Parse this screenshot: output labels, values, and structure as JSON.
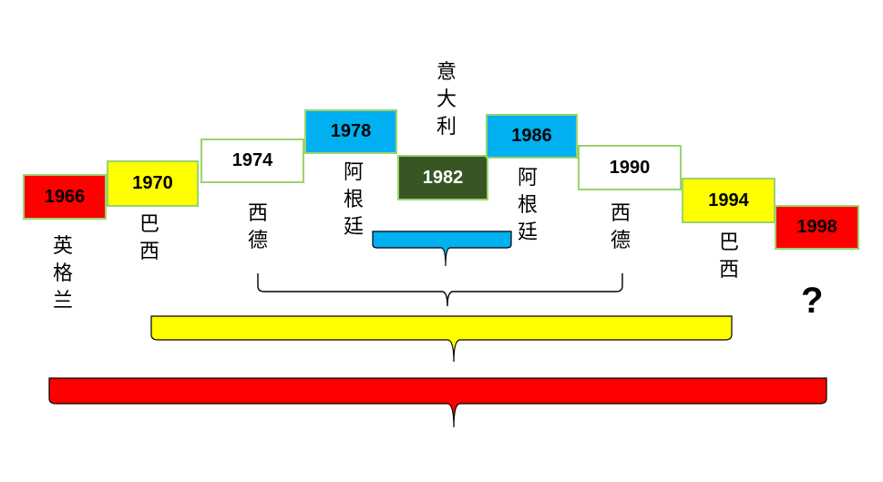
{
  "colors": {
    "red": "#ff0000",
    "yellow": "#ffff00",
    "white": "#ffffff",
    "cyan": "#00b0f0",
    "dark_green": "#375623",
    "border": "#9bd36b"
  },
  "timeline": [
    {
      "year": "1966",
      "winner": "英格兰",
      "color": "#ff0000",
      "text_color": "#000000"
    },
    {
      "year": "1970",
      "winner": "巴西",
      "color": "#ffff00",
      "text_color": "#000000"
    },
    {
      "year": "1974",
      "winner": "西德",
      "color": "#ffffff",
      "text_color": "#000000"
    },
    {
      "year": "1978",
      "winner": "阿根廷",
      "color": "#00b0f0",
      "text_color": "#000000"
    },
    {
      "year": "1982",
      "winner": "意大利",
      "color": "#375623",
      "text_color": "#ffffff"
    },
    {
      "year": "1986",
      "winner": "阿根廷",
      "color": "#00b0f0",
      "text_color": "#000000"
    },
    {
      "year": "1990",
      "winner": "西德",
      "color": "#ffffff",
      "text_color": "#000000"
    },
    {
      "year": "1994",
      "winner": "巴西",
      "color": "#ffff00",
      "text_color": "#000000"
    },
    {
      "year": "1998",
      "winner": "",
      "color": "#ff0000",
      "text_color": "#000000"
    }
  ],
  "unknown_marker": "?",
  "braces": [
    {
      "color": "#00b0f0",
      "span": "1978–1986"
    },
    {
      "color": "#ffffff",
      "span": "1974–1990"
    },
    {
      "color": "#ffff00",
      "span": "1970–1994"
    },
    {
      "color": "#ff0000",
      "span": "1966–1998"
    }
  ]
}
